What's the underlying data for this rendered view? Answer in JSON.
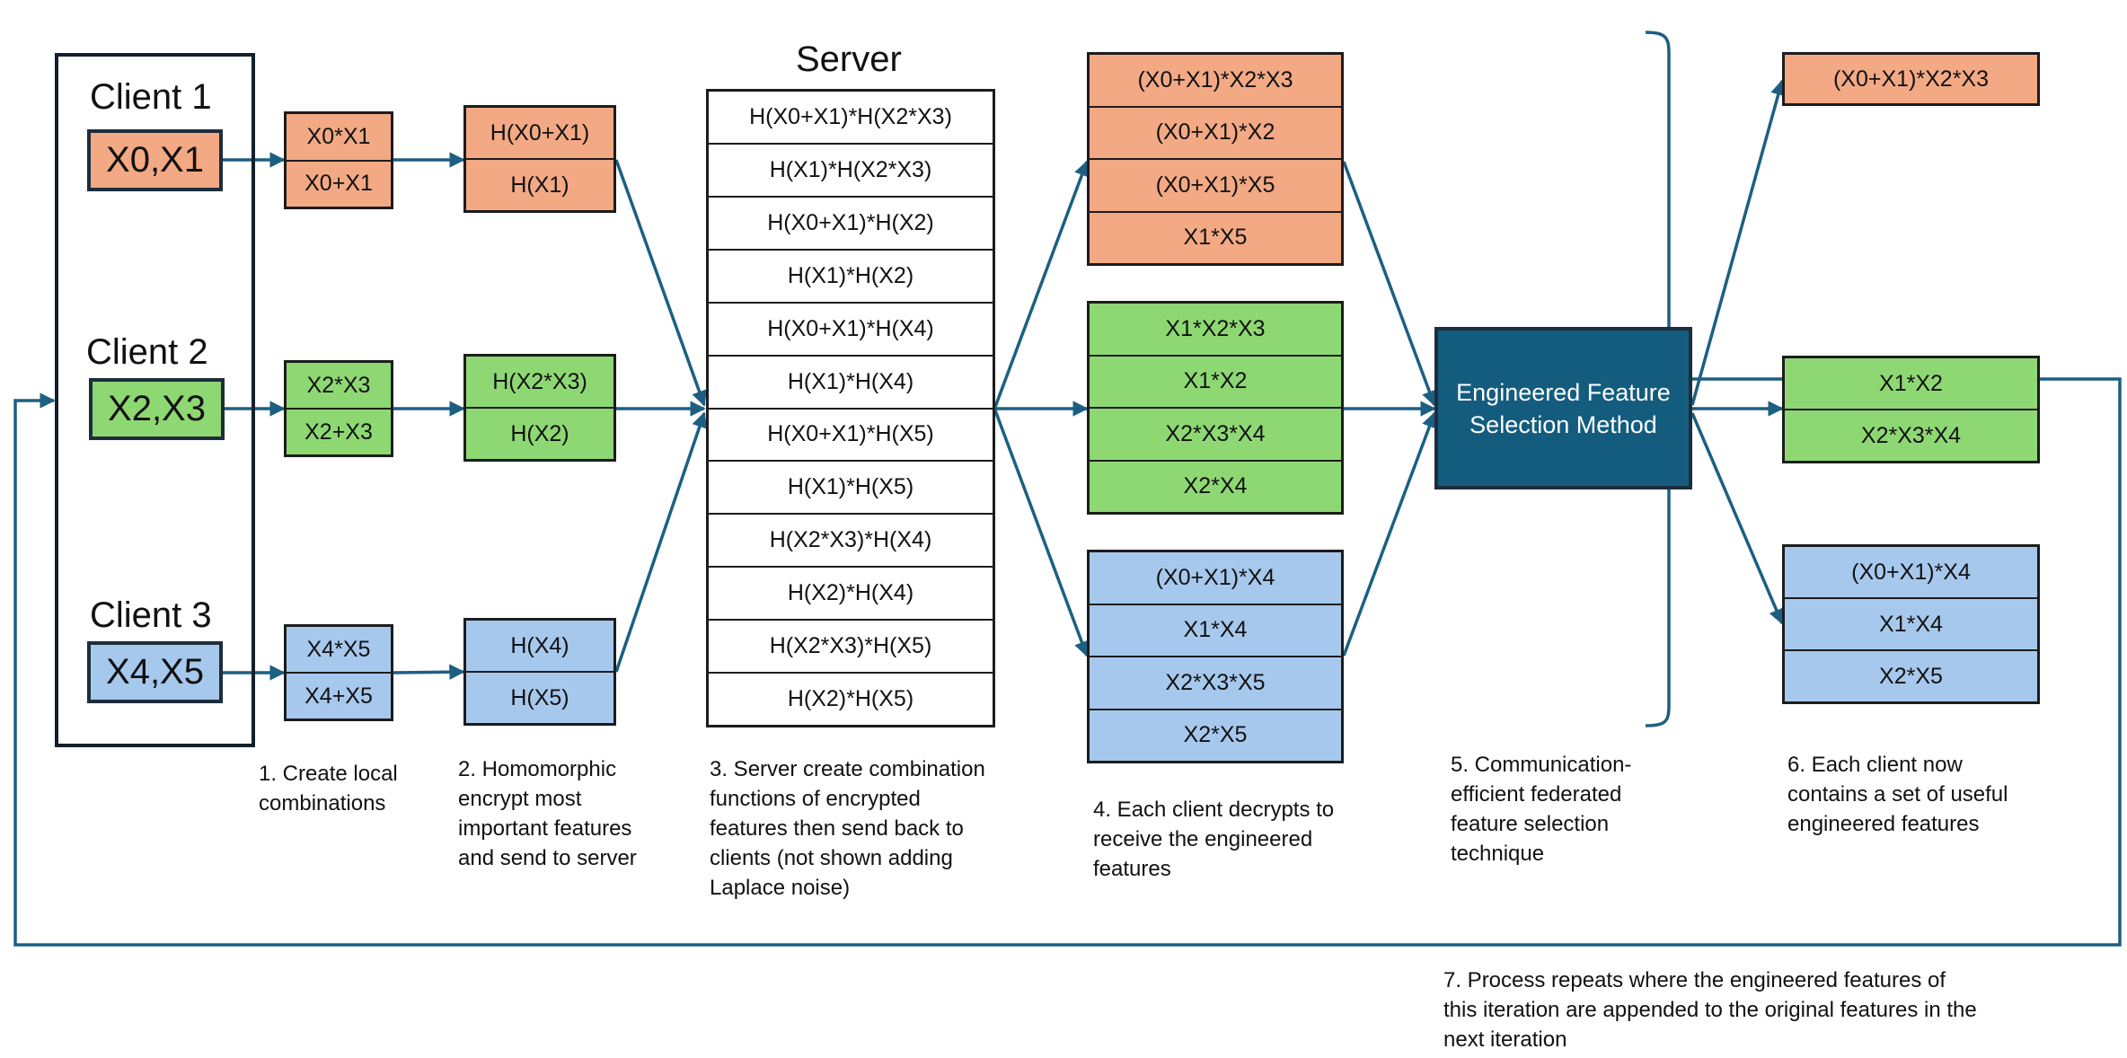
{
  "clients": [
    {
      "title": "Client 1",
      "features": "X0,X1",
      "color": "#f2a984"
    },
    {
      "title": "Client 2",
      "features": "X2,X3",
      "color": "#8ed873"
    },
    {
      "title": "Client 3",
      "features": "X4,X5",
      "color": "#a6c8ed"
    }
  ],
  "local_combinations": [
    [
      "X0*X1",
      "X0+X1"
    ],
    [
      "X2*X3",
      "X2+X3"
    ],
    [
      "X4*X5",
      "X4+X5"
    ]
  ],
  "encrypted": [
    [
      "H(X0+X1)",
      "H(X1)"
    ],
    [
      "H(X2*X3)",
      "H(X2)"
    ],
    [
      "H(X4)",
      "H(X5)"
    ]
  ],
  "server": {
    "title": "Server",
    "functions": [
      "H(X0+X1)*H(X2*X3)",
      "H(X1)*H(X2*X3)",
      "H(X0+X1)*H(X2)",
      "H(X1)*H(X2)",
      "H(X0+X1)*H(X4)",
      "H(X1)*H(X4)",
      "H(X0+X1)*H(X5)",
      "H(X1)*H(X5)",
      "H(X2*X3)*H(X4)",
      "H(X2)*H(X4)",
      "H(X2*X3)*H(X5)",
      "H(X2)*H(X5)"
    ]
  },
  "decrypted": [
    [
      "(X0+X1)*X2*X3",
      "(X0+X1)*X2",
      "(X0+X1)*X5",
      "X1*X5"
    ],
    [
      "X1*X2*X3",
      "X1*X2",
      "X2*X3*X4",
      "X2*X4"
    ],
    [
      "(X0+X1)*X4",
      "X1*X4",
      "X2*X3*X5",
      "X2*X5"
    ]
  ],
  "selection_method": "Engineered Feature Selection Method",
  "selected": [
    [
      "(X0+X1)*X2*X3"
    ],
    [
      "X1*X2",
      "X2*X3*X4"
    ],
    [
      "(X0+X1)*X4",
      "X1*X4",
      "X2*X5"
    ]
  ],
  "captions": {
    "step1": "1. Create local combinations",
    "step2": "2. Homomorphic encrypt most important features and send to server",
    "step3": "3. Server create combination functions of encrypted features then send back to clients (not shown adding Laplace noise)",
    "step4": "4. Each client decrypts to receive the engineered features",
    "step5": "5. Communication-efficient federated feature selection technique",
    "step6": "6. Each client now contains a set of useful engineered features",
    "step7": "7. Process repeats where the engineered features of this iteration are appended to the original features in the next iteration"
  },
  "colors": {
    "client1": "#f2a984",
    "client2": "#8ed873",
    "client3": "#a6c8ed",
    "arrow": "#1d5f82",
    "selector": "#145c7e"
  }
}
